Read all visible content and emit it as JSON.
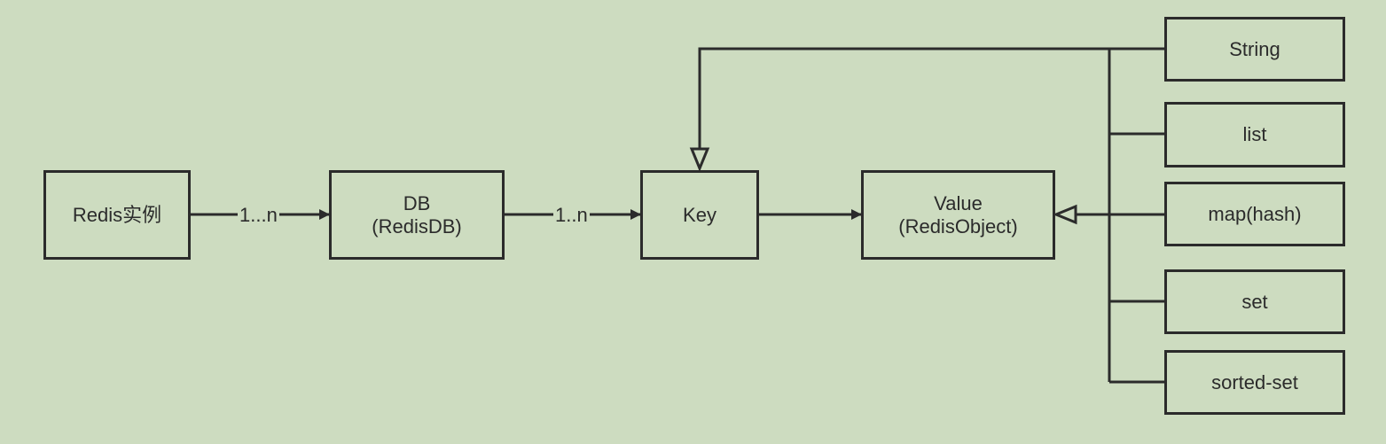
{
  "colors": {
    "background": "#cddcc0",
    "stroke": "#2b2b2b"
  },
  "nodes": {
    "redis_instance": "Redis实例",
    "db": "DB\n(RedisDB)",
    "key": "Key",
    "value": "Value\n(RedisObject)",
    "string": "String",
    "list": "list",
    "map_hash": "map(hash)",
    "set": "set",
    "sorted_set": "sorted-set"
  },
  "edges": {
    "instance_to_db": "1...n",
    "db_to_key": "1..n"
  }
}
